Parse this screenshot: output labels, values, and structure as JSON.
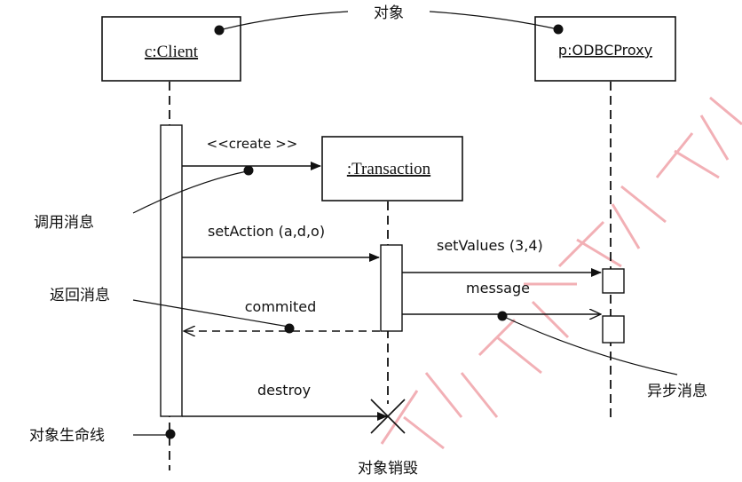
{
  "objects": {
    "client": "c:Client",
    "transaction": ":Transaction",
    "proxy": "p:ODBCProxy"
  },
  "messages": {
    "create": "<<create >>",
    "set_action": "setAction  (a,d,o)",
    "set_values": "setValues  (3,4)",
    "message": "message",
    "commited": "commited",
    "destroy": "destroy"
  },
  "annotations": {
    "object": "对象",
    "call_message": "调用消息",
    "return_message": "返回消息",
    "async_message": "异步消息",
    "lifeline": "对象生命线",
    "destruction": "对象销毁"
  },
  "watermark": "艾老师软件设计",
  "colors": {
    "ink": "#111111",
    "watermark": "#e8707a"
  }
}
